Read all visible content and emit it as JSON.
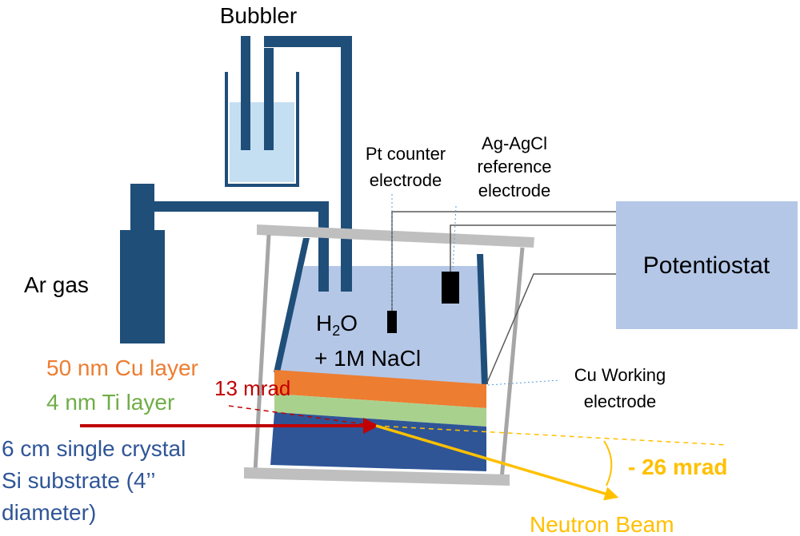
{
  "labels": {
    "bubbler": "Bubbler",
    "ar_gas": "Ar gas",
    "pt_line1": "Pt counter",
    "pt_line2": "electrode",
    "ag_line1": "Ag-AgCl",
    "ag_line2": "reference",
    "ag_line3": "electrode",
    "potentiostat": "Potentiostat",
    "h2o_h": "H",
    "h2o_sub": "2",
    "h2o_o": "O",
    "nacl": "+ 1M NaCl",
    "cu_layer": "50 nm Cu layer",
    "ti_layer": "4 nm Ti layer",
    "incident_angle": "13 mrad",
    "cu_we_line1": "Cu Working",
    "cu_we_line2": "electrode",
    "si_line1": "6 cm single crystal",
    "si_line2": "Si substrate (4’’",
    "si_line3": "diameter)",
    "exit_angle": "- 26 mrad",
    "neutron_beam": "Neutron Beam"
  },
  "colors": {
    "tube": "#1f4e79",
    "cell_liquid": "#b4c7e7",
    "bubbler_liquid": "#c5dff2",
    "cu": "#ed7d31",
    "ti": "#a9d18e",
    "si": "#2f5597",
    "frame": "#bfbfbf",
    "potentiostat": "#b4c7e7",
    "beam_in": "#c00000",
    "beam_out": "#ffc000",
    "electrode": "#000000"
  }
}
